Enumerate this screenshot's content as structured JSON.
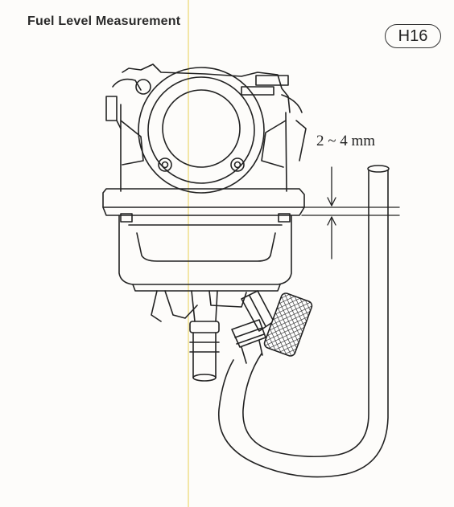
{
  "header": {
    "title": "Fuel Level Measurement",
    "figure_id": "H16"
  },
  "diagram": {
    "measurement_label": "2 ~ 4 mm",
    "parts": [
      "carburetor",
      "float-bowl",
      "drain-screw",
      "clear-tube",
      "fuel-line"
    ]
  }
}
